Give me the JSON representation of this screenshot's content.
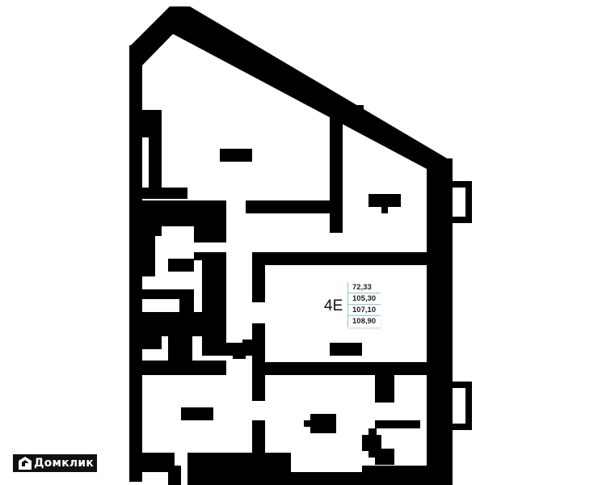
{
  "plan": {
    "unit_label": "4E",
    "areas": [
      "72,33",
      "105,30",
      "107,10",
      "108,90"
    ]
  },
  "branding": {
    "logo_icon": "house-icon",
    "logo_text": "Домклик"
  },
  "colors": {
    "wall": "#000000",
    "background": "#ffffff",
    "table_border": "#8fc6d8"
  }
}
